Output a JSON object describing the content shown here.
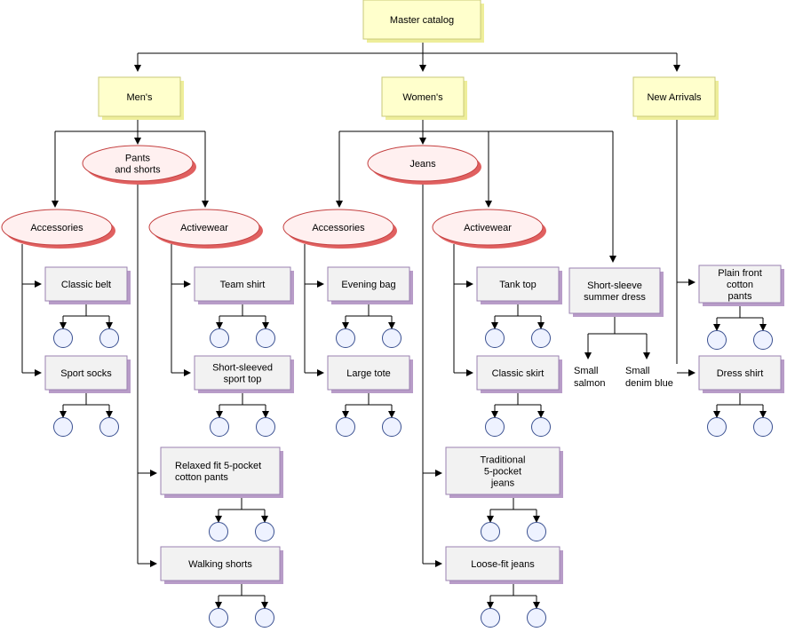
{
  "catalog": {
    "master": "Master catalog",
    "mens": {
      "label": "Men's",
      "pants_and_shorts": {
        "label_lines": [
          "Pants",
          "and shorts"
        ]
      },
      "accessories": {
        "label": "Accessories",
        "items": [
          "Classic belt",
          "Sport socks"
        ]
      },
      "activewear": {
        "label": "Activewear",
        "items": [
          "Team shirt",
          "Short-sleeved sport top"
        ]
      },
      "pants_items": [
        "Relaxed fit 5-pocket cotton pants",
        "Walking shorts"
      ]
    },
    "womens": {
      "label": "Women's",
      "jeans": {
        "label": "Jeans"
      },
      "accessories": {
        "label": "Accessories",
        "items": [
          "Evening bag",
          "Large tote"
        ]
      },
      "activewear": {
        "label": "Activewear",
        "items": [
          "Tank top",
          "Classic skirt"
        ]
      },
      "jeans_items": [
        "Traditional 5-pocket jeans",
        "Loose-fit jeans"
      ],
      "dress": {
        "label": "Short-sleeve summer dress",
        "variants": [
          "Small salmon",
          "Small denim blue"
        ]
      }
    },
    "new_arrivals": {
      "label": "New Arrivals",
      "items": [
        "Plain front cotton pants",
        "Dress shirt"
      ]
    }
  },
  "colors": {
    "catalog_fill": "#ffffcc",
    "catalog_stroke": "#c8c878",
    "catalog_shadow": "#eeee9a",
    "category_fill": "#fff0f0",
    "category_stroke": "#c44040",
    "category_shadow": "#e06060",
    "product_fill": "#f2f2f2",
    "product_stroke": "#9a80b0",
    "product_shadow": "#b89cc8",
    "item_fill": "#eef2ff",
    "item_stroke": "#3a5090",
    "connector": "#000000"
  }
}
